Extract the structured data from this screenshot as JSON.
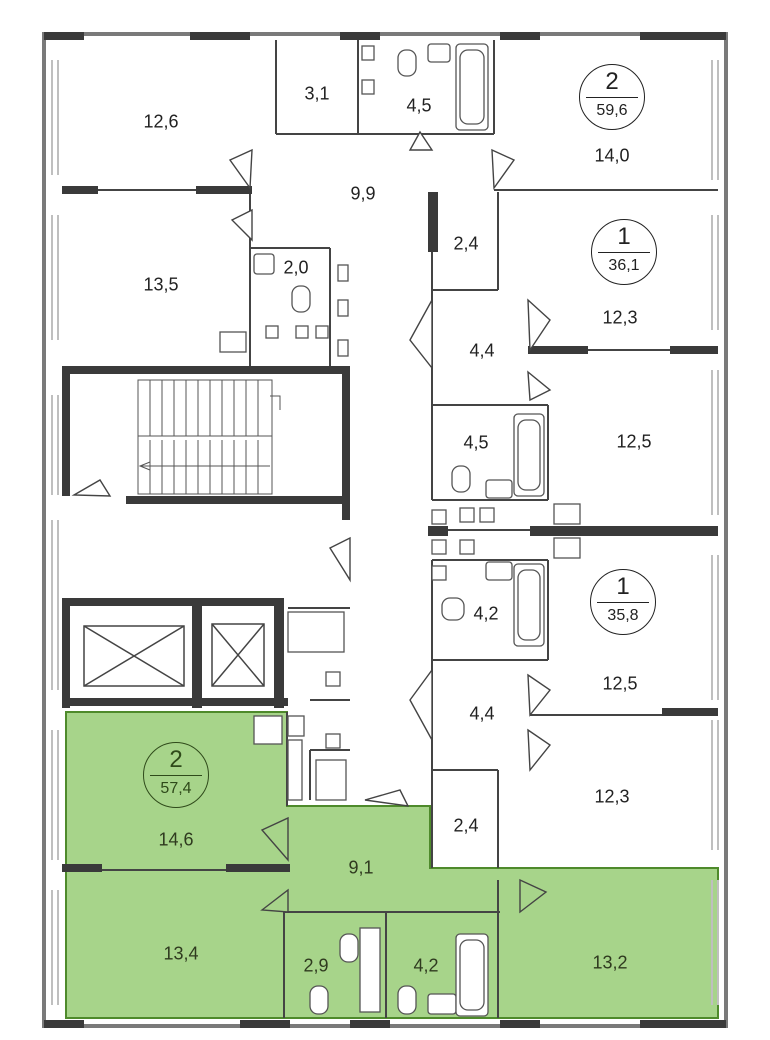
{
  "colors": {
    "wall": "#3a3a3a",
    "window": "#bfbfbf",
    "highlight_fill": "#a7d48a",
    "highlight_stroke": "#4e8a2b",
    "fixture": "#555555"
  },
  "apartments": [
    {
      "id": "apt-top-right",
      "rooms": "2",
      "area": "59,6",
      "highlighted": false
    },
    {
      "id": "apt-right-upper",
      "rooms": "1",
      "area": "36,1",
      "highlighted": false
    },
    {
      "id": "apt-right-lower",
      "rooms": "1",
      "area": "35,8",
      "highlighted": false
    },
    {
      "id": "apt-bottom-left",
      "rooms": "2",
      "area": "57,4",
      "highlighted": true
    }
  ],
  "rooms": [
    {
      "id": "r1",
      "area": "12,6"
    },
    {
      "id": "r2",
      "area": "3,1"
    },
    {
      "id": "r3",
      "area": "4,5"
    },
    {
      "id": "r4",
      "area": "14,0"
    },
    {
      "id": "r5",
      "area": "9,9"
    },
    {
      "id": "r6",
      "area": "13,5"
    },
    {
      "id": "r7",
      "area": "2,0"
    },
    {
      "id": "r8",
      "area": "2,4"
    },
    {
      "id": "r9",
      "area": "12,3"
    },
    {
      "id": "r10",
      "area": "4,4"
    },
    {
      "id": "r11",
      "area": "4,5"
    },
    {
      "id": "r12",
      "area": "12,5"
    },
    {
      "id": "r13",
      "area": "4,2"
    },
    {
      "id": "r14",
      "area": "12,5"
    },
    {
      "id": "r15",
      "area": "4,4"
    },
    {
      "id": "r16",
      "area": "12,3"
    },
    {
      "id": "r17",
      "area": "2,4"
    },
    {
      "id": "r18",
      "area": "14,6"
    },
    {
      "id": "r19",
      "area": "9,1"
    },
    {
      "id": "r20",
      "area": "13,4"
    },
    {
      "id": "r21",
      "area": "2,9"
    },
    {
      "id": "r22",
      "area": "4,2"
    },
    {
      "id": "r23",
      "area": "13,2"
    }
  ]
}
